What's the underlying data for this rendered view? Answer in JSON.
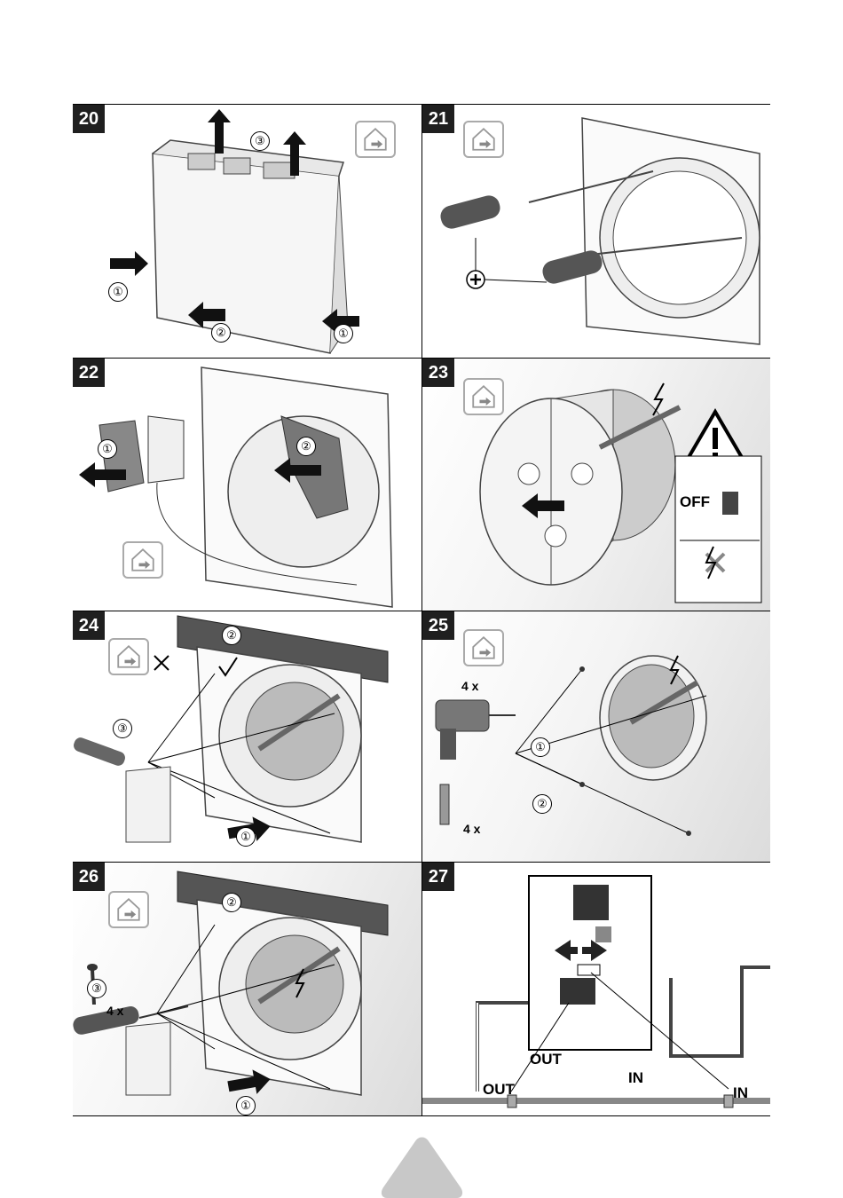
{
  "steps": [
    {
      "num": "20",
      "markers": [
        "③",
        "①",
        "②",
        "①"
      ]
    },
    {
      "num": "21"
    },
    {
      "num": "22",
      "markers": [
        "①",
        "②"
      ]
    },
    {
      "num": "23",
      "switch_label": "OFF"
    },
    {
      "num": "24",
      "markers": [
        "②",
        "③",
        "①"
      ]
    },
    {
      "num": "25",
      "qty_top": "4 x",
      "qty_bottom": "4 x",
      "markers": [
        "①",
        "②"
      ]
    },
    {
      "num": "26",
      "qty": "4 x",
      "markers": [
        "②",
        "③",
        "①"
      ]
    },
    {
      "num": "27",
      "out_top": "OUT",
      "in_top": "IN",
      "out_bottom": "OUT",
      "in_bottom": "IN"
    }
  ],
  "icons": {
    "home": "house-arrow-icon",
    "arrow": "arrow-icon",
    "plus": "plus-icon",
    "warning": "warning-triangle-icon",
    "lightning": "lightning-icon",
    "nav": "triangle-up-icon"
  },
  "colors": {
    "panel_number_bg": "#1f1f1f",
    "home_icon_border": "#aaaaaa",
    "shade": "#dcdcdc"
  }
}
